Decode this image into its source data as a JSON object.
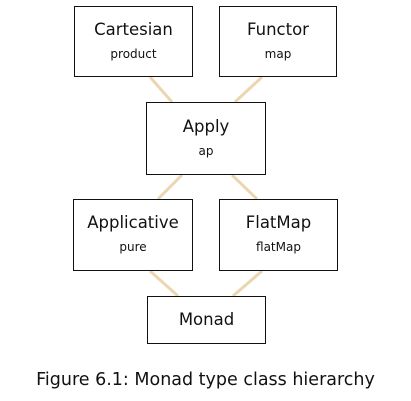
{
  "nodes": {
    "cartesian": {
      "title": "Cartesian",
      "method": "product"
    },
    "functor": {
      "title": "Functor",
      "method": "map"
    },
    "apply": {
      "title": "Apply",
      "method": "ap"
    },
    "applicative": {
      "title": "Applicative",
      "method": "pure"
    },
    "flatmap": {
      "title": "FlatMap",
      "method": "flatMap"
    },
    "monad": {
      "title": "Monad"
    }
  },
  "edges": [
    {
      "from": "cartesian",
      "to": "apply"
    },
    {
      "from": "functor",
      "to": "apply"
    },
    {
      "from": "apply",
      "to": "applicative"
    },
    {
      "from": "apply",
      "to": "flatmap"
    },
    {
      "from": "applicative",
      "to": "monad"
    },
    {
      "from": "flatmap",
      "to": "monad"
    }
  ],
  "colors": {
    "edge": "#ecd6b0",
    "border": "#111111"
  },
  "caption": "Figure 6.1: Monad type class hierarchy"
}
